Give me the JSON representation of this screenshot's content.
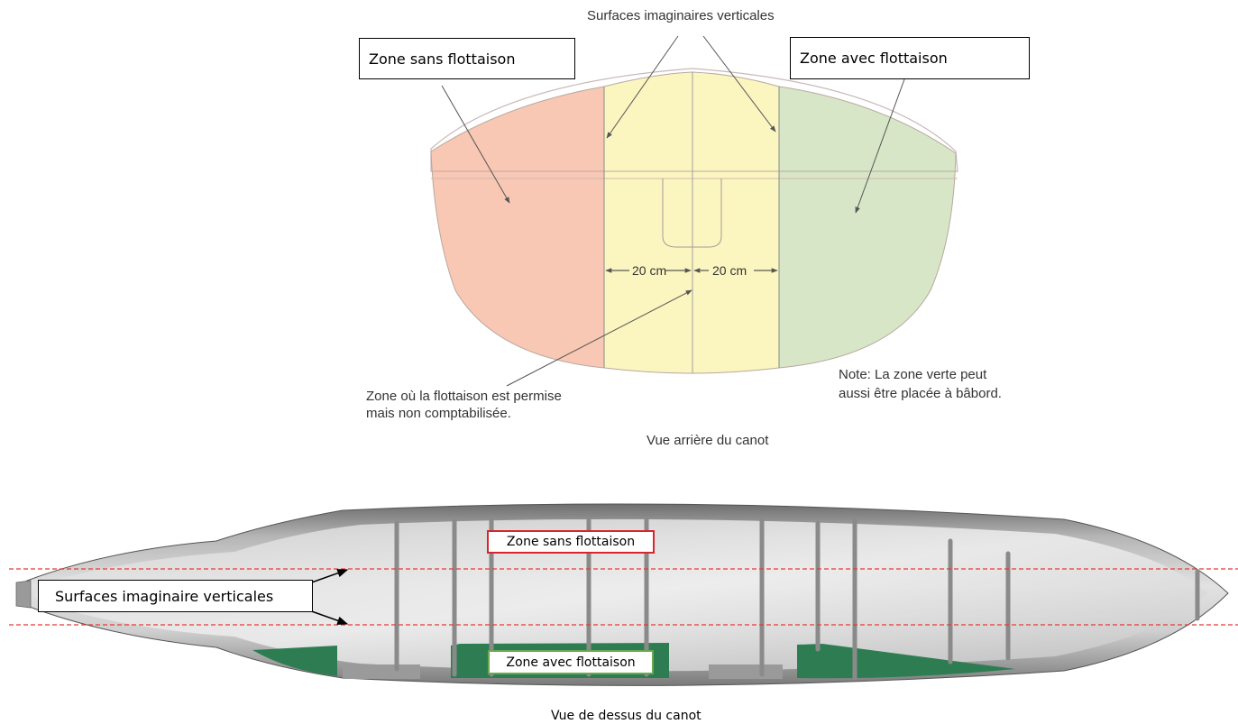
{
  "rear_view": {
    "top_label": "Surfaces imaginaires verticales",
    "box_left": "Zone sans flottaison",
    "box_right": "Zone avec flottaison",
    "dim_left": "20 cm",
    "dim_right": "20 cm",
    "note_middle_line1": "Zone où la flottaison est permise",
    "note_middle_line2": "mais non comptabilisée.",
    "note_right_line1": "Note: La zone verte peut",
    "note_right_line2": "aussi être placée à bâbord.",
    "caption": "Vue arrière du canot",
    "colors": {
      "red_zone": "#f8c8b4",
      "yellow_zone": "#fbf6c0",
      "green_zone": "#d7e6c6"
    }
  },
  "top_view": {
    "label_surfaces": "Surfaces imaginaire verticales",
    "label_no_float": "Zone sans flottaison",
    "label_float": "Zone avec flottaison",
    "caption": "Vue de dessus du canot",
    "colors": {
      "dashed_line": "#e8383d",
      "float_fill": "#2e7d52",
      "no_float_border": "#d9262c",
      "float_border": "#6aa84f"
    }
  }
}
